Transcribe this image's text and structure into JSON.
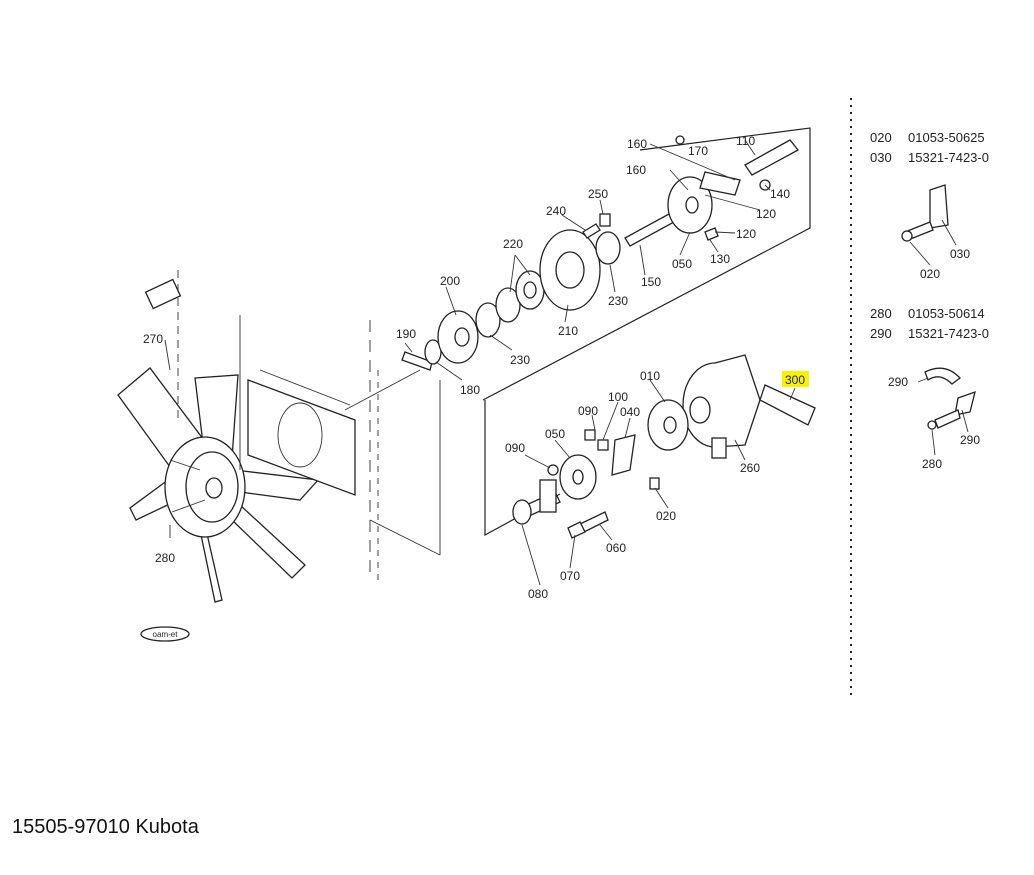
{
  "caption": "15505-97010 Kubota",
  "logo_text": "oam-et",
  "highlight_color": "#f7f200",
  "callouts": {
    "c160a": "160",
    "c170": "170",
    "c110": "110",
    "c160b": "160",
    "c140": "140",
    "c250": "250",
    "c240": "240",
    "c120a": "120",
    "c120b": "120",
    "c130": "130",
    "c050a": "050",
    "c220": "220",
    "c150": "150",
    "c230a": "230",
    "c200": "200",
    "c210": "210",
    "c190": "190",
    "c230b": "230",
    "c180": "180",
    "c270": "270",
    "c280a": "280",
    "c300": "300",
    "c010": "010",
    "c100": "100",
    "c090a": "090",
    "c040": "040",
    "c050b": "050",
    "c090b": "090",
    "c260": "260",
    "c020a": "020",
    "c060": "060",
    "c070": "070",
    "c080": "080",
    "c030": "030",
    "c020b": "020",
    "c290a": "290",
    "c290b": "290",
    "c280b": "280"
  },
  "parts_table": [
    {
      "ref": "020",
      "part": "01053-50625"
    },
    {
      "ref": "030",
      "part": "15321-7423-0"
    },
    {
      "ref": "280",
      "part": "01053-50614"
    },
    {
      "ref": "290",
      "part": "15321-7423-0"
    }
  ]
}
